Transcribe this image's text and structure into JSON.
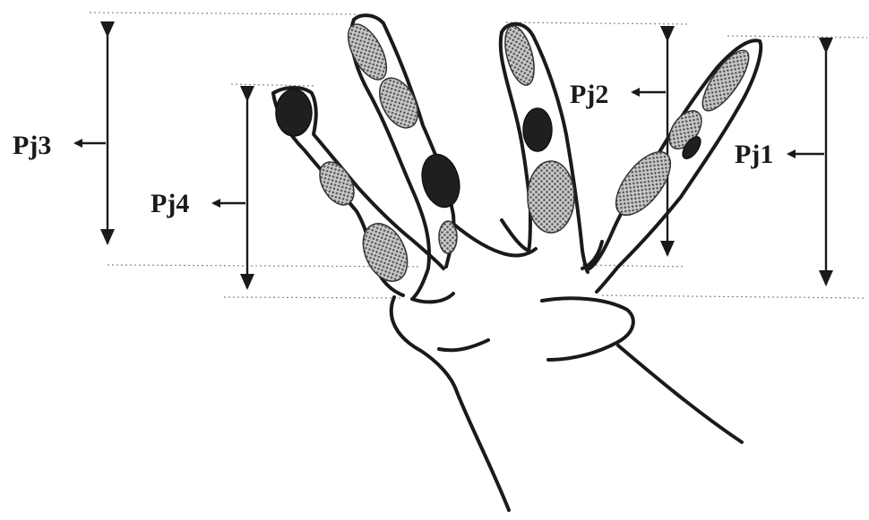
{
  "labels": {
    "pj1": "Pj1",
    "pj2": "Pj2",
    "pj3": "Pj3",
    "pj4": "Pj4"
  },
  "colors": {
    "ink": "#1a1a1a",
    "guide": "#8a8a8a",
    "stipple_dark": "#555555",
    "stipple_light": "#c9c9c9",
    "dark_joint": "#1f1f1f"
  }
}
